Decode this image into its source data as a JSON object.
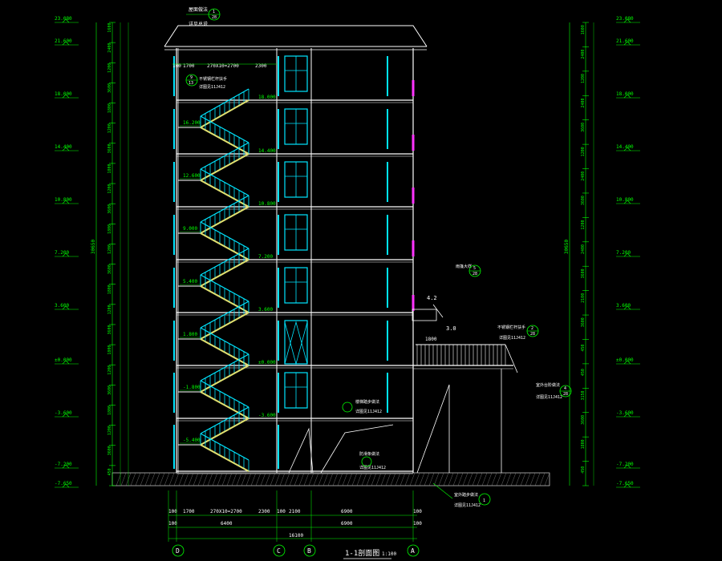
{
  "drawing": {
    "title": "1-1剖面图",
    "scale": "1:100",
    "colors": {
      "bg": "#000000",
      "dim": "#00ff00",
      "struct": "#ffffff",
      "stair": "#00e5ff",
      "rail": "#e0e070",
      "accent": "#ff33ff",
      "glass": "#00e5ff"
    },
    "left_elevations": [
      "23.080",
      "21.600",
      "18.000",
      "14.400",
      "10.800",
      "7.200",
      "3.600",
      "±0.000",
      "-3.600",
      "-7.200",
      "-7.650"
    ],
    "right_elevations": [
      "23.080",
      "21.600",
      "18.000",
      "14.400",
      "10.800",
      "7.200",
      "3.600",
      "±0.000",
      "-3.600",
      "-7.200",
      "-7.650"
    ],
    "left_segments": [
      "1600",
      "2400",
      "1200",
      "3600",
      "1800",
      "1200",
      "3600",
      "1800",
      "1200",
      "3600",
      "1800",
      "1200",
      "3600",
      "1800",
      "1200",
      "3600",
      "1800",
      "1200",
      "3600",
      "1800",
      "1200",
      "3600",
      "450"
    ],
    "left_total": "30650",
    "right_segments": [
      "1600",
      "2400",
      "1200",
      "2400",
      "3600",
      "1200",
      "2400",
      "3600",
      "1200",
      "2400",
      "3600",
      "2100",
      "3600",
      "450",
      "450",
      "3150",
      "3600",
      "1800",
      "450"
    ],
    "right_total": "30650",
    "floor_labels_left": [
      "16.200",
      "12.600",
      "9.000",
      "5.400",
      "1.800",
      "-1.800",
      "-5.400"
    ],
    "floor_labels_mid": [
      "18.000",
      "14.400",
      "10.800",
      "7.200",
      "3.600",
      "±0.000",
      "-3.600"
    ],
    "top_dims": [
      "100",
      "1700",
      "270X10=2700",
      "2300"
    ],
    "bottom_dims_row1": [
      "100",
      "1700",
      "270X10=2700",
      "2300",
      "100",
      "2100",
      "6900",
      "100"
    ],
    "bottom_dims_row2": [
      "100",
      "6400",
      "6900",
      "100"
    ],
    "bottom_total": "16100",
    "axes": [
      "D",
      "C",
      "B",
      "A"
    ],
    "annotations": [
      {
        "text": "屋面做法",
        "ref": "1",
        "sheet": "28"
      },
      {
        "text": "不锈钢栏杆扶手",
        "ref": "9",
        "sheet": "13"
      },
      {
        "text": "详图见11J412"
      },
      {
        "text": "雨篷大样",
        "ref": "5",
        "sheet": "28"
      },
      {
        "text": "不锈钢栏杆扶手",
        "ref": "2",
        "sheet": "28"
      },
      {
        "text": "详图见11J412"
      },
      {
        "text": "室外台阶做法",
        "ref": "4",
        "sheet": "28"
      },
      {
        "text": "楼梯踏步做法"
      },
      {
        "text": "防滑条做法"
      },
      {
        "text": "室外踏步做法",
        "ref": "1"
      },
      {
        "text": "详图见11J412"
      }
    ],
    "small_labels": [
      "4.2",
      "3.0",
      "1800"
    ],
    "roof_note": "详见总说"
  }
}
